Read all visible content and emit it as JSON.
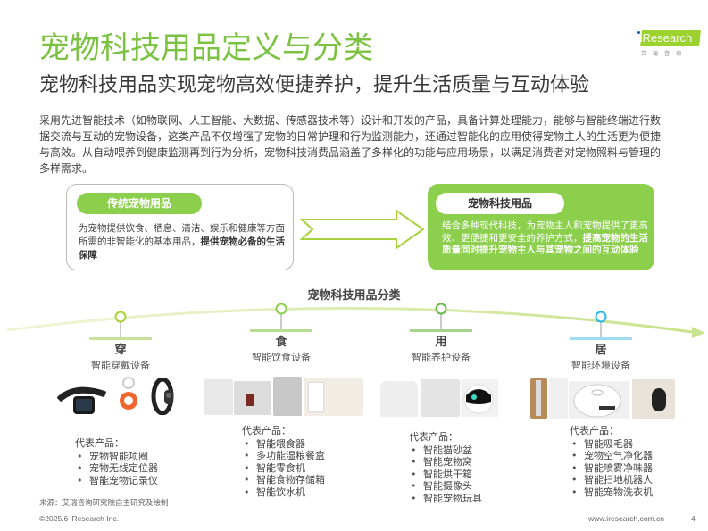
{
  "header": {
    "title": "宠物科技用品定义与分类",
    "subtitle": "宠物科技用品实现宠物高效便捷养护，提升生活质量与互动体验",
    "logo_text": "Research",
    "logo_sub": "艾瑞咨询"
  },
  "intro": "采用先进智能技术（如物联网、人工智能、大数据、传感器技术等）设计和开发的产品，具备计算处理能力，能够与智能终端进行数据交流与互动的宠物设备，这类产品不仅增强了宠物的日常护理和行为监测能力，还通过智能化的应用使得宠物主人的生活更为便捷与高效。从自动喂养到健康监测再到行为分析，宠物科技消费品涵盖了多样化的功能与应用场景，以满足消费者对宠物照料与管理的多样需求。",
  "comparison": {
    "traditional": {
      "label": "传统宠物用品",
      "text": "为宠物提供饮食、栖息、清洁、娱乐和健康等方面所需的非智能化的基本用品，",
      "bold": "提供宠物必备的生活保障"
    },
    "tech": {
      "label": "宠物科技用品",
      "text": "结合多种现代科技，为宠物主人和宠物提供了更高效、更便捷和更安全的养护方式，",
      "bold": "提高宠物的生活质量同时提升宠物主人与其宠物之间的互动体验"
    }
  },
  "classification": {
    "title": "宠物科技用品分类",
    "categories": [
      {
        "key": "穿",
        "label": "智能穿戴设备",
        "color": "#a8d23a",
        "products_head": "代表产品：",
        "products": [
          "宠物智能项圈",
          "宠物无线定位器",
          "智能宠物记录仪"
        ]
      },
      {
        "key": "食",
        "label": "智能饮食设备",
        "color": "#8ccf4d",
        "products_head": "代表产品：",
        "products": [
          "智能喂食器",
          "多功能湿粮餐盒",
          "智能零食机",
          "智能食物存储箱",
          "智能饮水机"
        ]
      },
      {
        "key": "用",
        "label": "智能养护设备",
        "color": "#6ab845",
        "products_head": "代表产品：",
        "products": [
          "智能猫砂盆",
          "智能宠物窝",
          "智能烘干箱",
          "智能摄像头",
          "智能宠物玩具"
        ]
      },
      {
        "key": "居",
        "label": "智能环境设备",
        "color": "#27b8e6",
        "products_head": "代表产品：",
        "products": [
          "智能吸毛器",
          "宠物空气净化器",
          "智能喷雾净味器",
          "智能扫地机器人",
          "智能宠物洗衣机"
        ]
      }
    ]
  },
  "footer": {
    "source": "来源：艾瑞咨询研究院自主研究及绘制",
    "copyright": "©2025.6 iResearch Inc.",
    "site": "www.iresearch.com.cn",
    "page": "4"
  },
  "colors": {
    "brand_green": "#7cc242",
    "box_green": "#8ccf4d",
    "blue_accent": "#27b8e6"
  }
}
